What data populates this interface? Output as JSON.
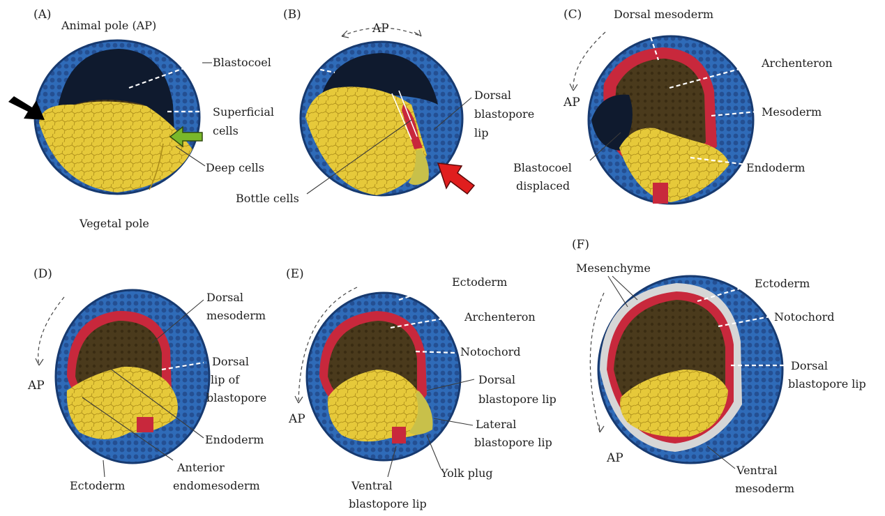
{
  "panels": {
    "A": {
      "letter": "(A)",
      "animal_pole": "Animal pole (AP)",
      "vegetal_pole": "Vegetal pole",
      "blastocoel": "Blastocoel",
      "superficial_1": "Superficial",
      "superficial_2": "cells",
      "deep_cells": "Deep cells"
    },
    "B": {
      "letter": "(B)",
      "ap": "AP",
      "dorsal_1": "Dorsal",
      "dorsal_2": "blastopore",
      "dorsal_3": "lip",
      "bottle_cells": "Bottle cells"
    },
    "C": {
      "letter": "(C)",
      "dorsal_mesoderm": "Dorsal mesoderm",
      "archenteron": "Archenteron",
      "ap": "AP",
      "mesoderm": "Mesoderm",
      "blastocoel_1": "Blastocoel",
      "blastocoel_2": "displaced",
      "endoderm": "Endoderm"
    },
    "D": {
      "letter": "(D)",
      "dorsal_mes_1": "Dorsal",
      "dorsal_mes_2": "mesoderm",
      "dorsal_lip_1": "Dorsal",
      "dorsal_lip_2": "lip of",
      "dorsal_lip_3": "blastopore",
      "ap": "AP",
      "endoderm": "Endoderm",
      "ectoderm": "Ectoderm",
      "ant_1": "Anterior",
      "ant_2": "endomesoderm"
    },
    "E": {
      "letter": "(E)",
      "ectoderm": "Ectoderm",
      "archenteron": "Archenteron",
      "notochord": "Notochord",
      "dorsal_1": "Dorsal",
      "dorsal_2": "blastopore lip",
      "ap": "AP",
      "lateral_1": "Lateral",
      "lateral_2": "blastopore lip",
      "yolk_plug": "Yolk plug",
      "ventral_1": "Ventral",
      "ventral_2": "blastopore lip"
    },
    "F": {
      "letter": "(F)",
      "mesenchyme": "Mesenchyme",
      "ectoderm": "Ectoderm",
      "notochord": "Notochord",
      "dorsal_1": "Dorsal",
      "dorsal_2": "blastopore lip",
      "ap": "AP",
      "ventral_1": "Ventral",
      "ventral_2": "mesoderm"
    }
  },
  "colors": {
    "ectoderm_blue": "#2f6bb8",
    "ectoderm_dark": "#1d3f78",
    "blastocoel_dark": "#0f1a2e",
    "yolk": "#e6c93a",
    "yolk_dark": "#b89a1e",
    "mesoderm_red": "#c8283c",
    "archenteron_brown": "#4a3a1c",
    "arrow_black": "#000000",
    "arrow_green": "#7ab82a",
    "arrow_red": "#e01e1e"
  }
}
